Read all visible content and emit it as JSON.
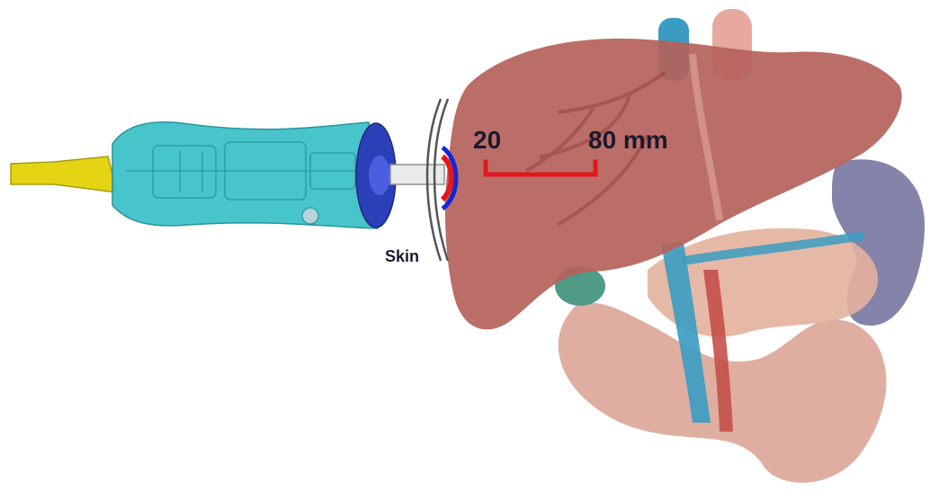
{
  "labels": {
    "skin": "Skin",
    "depth_start": "20",
    "depth_end": "80 mm"
  },
  "colors": {
    "text": "#1a1a2e",
    "depth_bracket": "#e0191c",
    "blue_arc": "#1226d8",
    "red_arc": "#e0191c",
    "probe_body": "#3fc1c9",
    "probe_cap": "#2b3fb8",
    "probe_cable": "#e4d413",
    "liver": "#b5625a",
    "kidney": "#6f6f9c",
    "gallbladder": "#4f9b86",
    "vessel_blue": "#3a9cc2",
    "vessel_red": "#c4504a",
    "pancreas": "#e3b19c"
  }
}
